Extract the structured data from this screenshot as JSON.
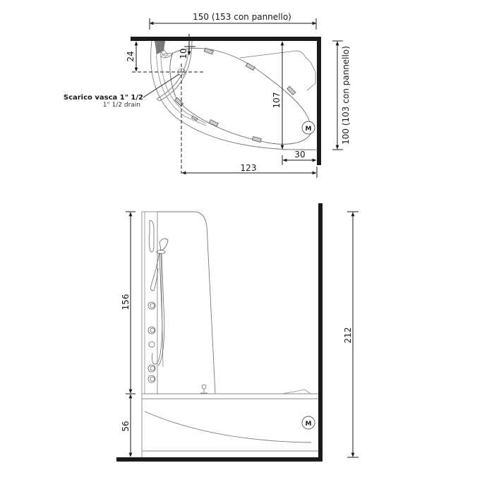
{
  "plan_view": {
    "width_label": "150 (153 con pannello)",
    "depth_label": "100 (103 con pannello)",
    "inner_depth_label": "107",
    "offset_right_label": "30",
    "drain_distance_label": "123",
    "drain_from_wall_label": "24",
    "drain_offset_label": "10",
    "drain_note_it": "Scarico vasca 1\" 1/2",
    "drain_note_en": "1\" 1/2  drain",
    "motor_label": "M"
  },
  "elevation_view": {
    "shower_height_label": "156",
    "tub_height_label": "56",
    "total_height_label": "212",
    "motor_label": "M"
  },
  "colors": {
    "wall": "#1a1a1a",
    "line": "#555555",
    "thin_line": "#888888",
    "fitting": "#666666"
  }
}
